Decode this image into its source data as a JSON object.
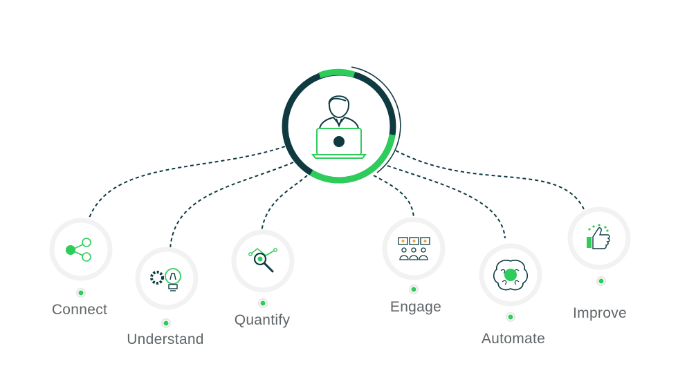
{
  "colors": {
    "accent": "#2ecc5a",
    "dark": "#0e3a40",
    "halo": "#f2f2f2",
    "text": "#5f6467"
  },
  "center_icon": "person-at-laptop-icon",
  "steps": [
    {
      "label": "Connect",
      "icon": "share-nodes-icon"
    },
    {
      "label": "Understand",
      "icon": "gear-lightbulb-icon"
    },
    {
      "label": "Quantify",
      "icon": "magnifier-chart-icon"
    },
    {
      "label": "Engage",
      "icon": "video-grid-icon"
    },
    {
      "label": "Automate",
      "icon": "brain-icon"
    },
    {
      "label": "Improve",
      "icon": "thumbs-up-icon"
    }
  ]
}
